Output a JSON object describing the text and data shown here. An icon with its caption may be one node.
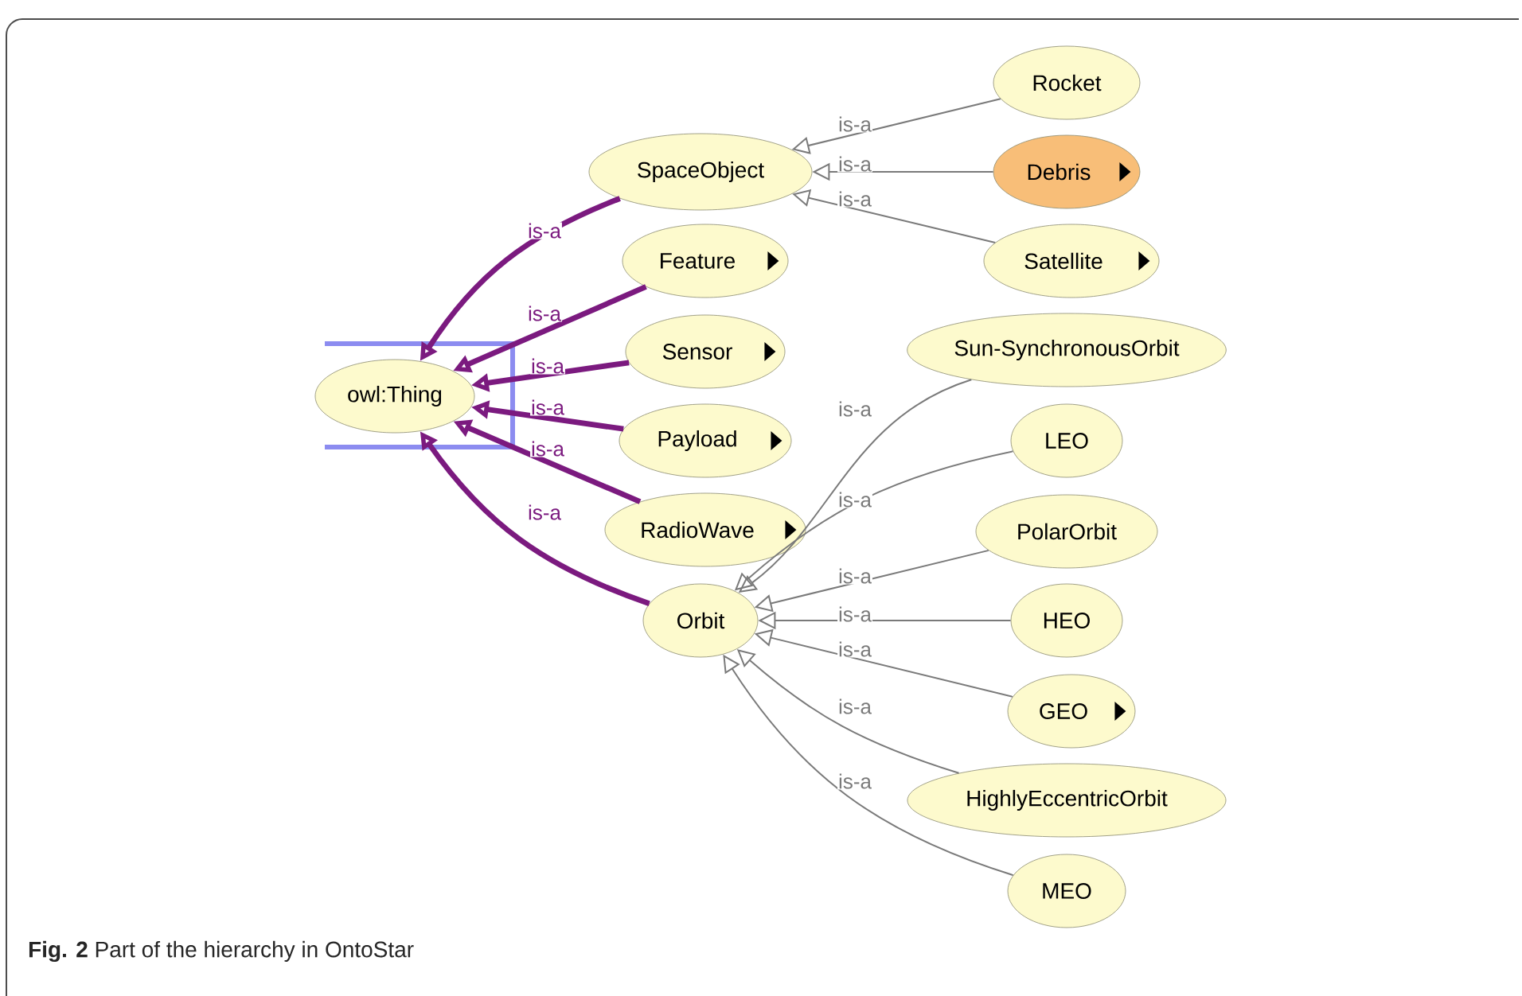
{
  "diagram": {
    "caption": "**Fig. 2** Part of the hierarchy in OntoStar",
    "nodes": [
      {
        "text": [
          "owl:Thing"
        ]
      },
      {
        "text": [
          "SpaceObject"
        ]
      },
      {
        "text": [
          "Feature"
        ]
      },
      {
        "text": [
          "Sensor"
        ]
      },
      {
        "text": [
          "Payload"
        ]
      },
      {
        "text": [
          "RadioWave"
        ]
      },
      {
        "text": [
          "Orbit"
        ]
      },
      {
        "text": [
          "Rocket"
        ]
      },
      {
        "text": [
          "Debris"
        ]
      },
      {
        "text": [
          "Satellite"
        ]
      },
      {
        "text": [
          "Sun-SynchronousOrbit"
        ]
      },
      {
        "text": [
          "LEO"
        ]
      },
      {
        "text": [
          "PolarOrbit"
        ]
      },
      {
        "text": [
          "HEO"
        ]
      },
      {
        "text": [
          "GEO"
        ]
      },
      {
        "text": [
          "HighlyEccentricOrbit"
        ]
      },
      {
        "text": [
          "MEO"
        ]
      }
    ],
    "edges": [
      {
        "from": 1,
        "to": 0,
        "arrow": "to",
        "label": "is-a",
        "style": "thick",
        "color": "#7b1a7f"
      },
      {
        "from": 2,
        "to": 0,
        "arrow": "to",
        "label": "is-a",
        "style": "thick",
        "color": "#7b1a7f"
      },
      {
        "from": 3,
        "to": 0,
        "arrow": "to",
        "label": "is-a",
        "style": "thick",
        "color": "#7b1a7f"
      },
      {
        "from": 4,
        "to": 0,
        "arrow": "to",
        "label": "is-a",
        "style": "thick",
        "color": "#7b1a7f"
      },
      {
        "from": 5,
        "to": 0,
        "arrow": "to",
        "label": "is-a",
        "style": "thick",
        "color": "#7b1a7f"
      },
      {
        "from": 6,
        "to": 0,
        "arrow": "to",
        "label": "is-a",
        "style": "thick",
        "color": "#7b1a7f"
      },
      {
        "from": 7,
        "to": 1,
        "arrow": "to",
        "label": "is-a"
      },
      {
        "from": 8,
        "to": 1,
        "arrow": "to",
        "label": "is-a"
      },
      {
        "from": 9,
        "to": 1,
        "arrow": "to",
        "label": "is-a"
      },
      {
        "from": 10,
        "to": 6,
        "arrow": "to",
        "label": "is-a"
      },
      {
        "from": 11,
        "to": 6,
        "arrow": "to",
        "label": "is-a"
      },
      {
        "from": 12,
        "to": 6,
        "arrow": "to",
        "label": "is-a"
      },
      {
        "from": 13,
        "to": 6,
        "arrow": "to",
        "label": "is-a"
      },
      {
        "from": 14,
        "to": 6,
        "arrow": "to",
        "label": "is-a"
      },
      {
        "from": 15,
        "to": 6,
        "arrow": "to",
        "label": "is-a"
      },
      {
        "from": 16,
        "to": 6,
        "arrow": "to",
        "label": "is-a"
      }
    ]
  }
}
